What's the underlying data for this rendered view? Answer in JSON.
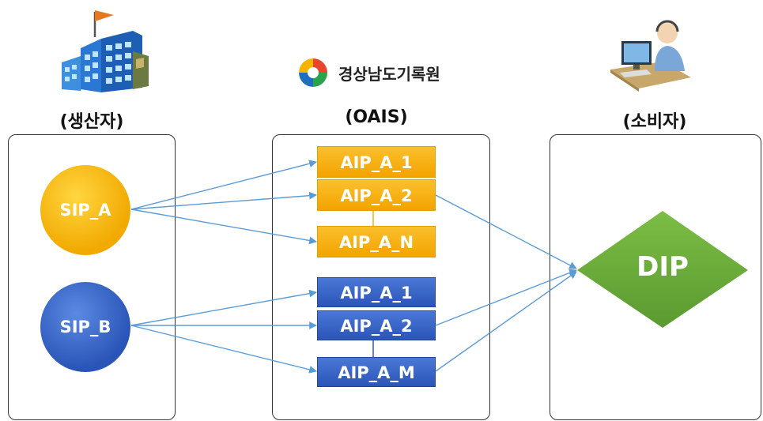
{
  "headings": {
    "producer": "(생산자)",
    "oais": "(OAIS)",
    "consumer": "(소비자)"
  },
  "organization": {
    "name": "경상남도기록원"
  },
  "sips": [
    {
      "label": "SIP_A",
      "color": "#f5b400"
    },
    {
      "label": "SIP_B",
      "color": "#2f5cc0"
    }
  ],
  "aips_a": [
    {
      "label": "AIP_A_1"
    },
    {
      "label": "AIP_A_2"
    },
    {
      "label": "AIP_A_N"
    }
  ],
  "aips_b": [
    {
      "label": "AIP_A_1"
    },
    {
      "label": "AIP_A_2"
    },
    {
      "label": "AIP_A_M"
    }
  ],
  "dip": {
    "label": "DIP",
    "color": "#6aa83a"
  },
  "icons": {
    "producer": "office-building-with-flag-icon",
    "organization": "gyeongnam-archives-logo-icon",
    "consumer": "person-at-computer-icon"
  },
  "colors": {
    "gold": "#f5b400",
    "blue": "#2f5cc0",
    "green": "#6aa83a",
    "arrow": "#5b9bd5"
  }
}
